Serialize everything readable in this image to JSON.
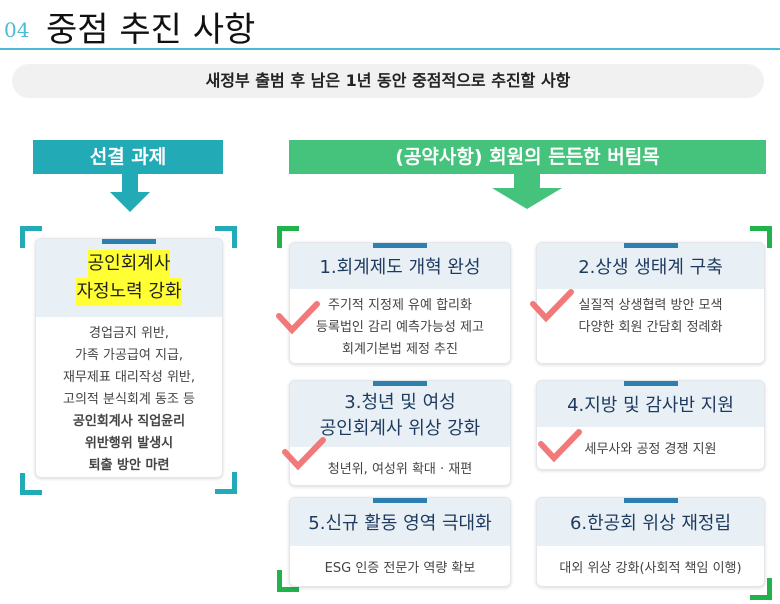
{
  "header": {
    "number": "04",
    "title": "중점 추진 사항"
  },
  "subtitle": "새정부 출범 후 남은 1년 동안 중점적으로 추진할 사항",
  "left": {
    "band": "선결 과제",
    "card": {
      "title_lines": [
        "공인회계사",
        "자정노력 강화"
      ],
      "lines": [
        "경업금지 위반,",
        "가족 가공급여 지급,",
        "재무제표 대리작성 위반,",
        "고의적 분식회계 동조 등"
      ],
      "bold_lines": [
        "공인회계사 직업윤리",
        "위반행위 발생시",
        "퇴출 방안 마련"
      ]
    }
  },
  "right": {
    "band": "(공약사항) 회원의 든든한 버팀목",
    "cards": [
      {
        "title": [
          "1.회계제도 개혁 완성"
        ],
        "lines": [
          "주기적 지정제 유예 합리화",
          "등록법인 감리 예측가능성 제고",
          "회계기본법 제정 추진"
        ],
        "checked": true
      },
      {
        "title": [
          "2.상생 생태계 구축"
        ],
        "lines": [
          "실질적 상생협력 방안 모색",
          "다양한 회원 간담회 정례화"
        ],
        "checked": true
      },
      {
        "title": [
          "3.청년 및 여성",
          "공인회계사 위상 강화"
        ],
        "lines": [
          "청년위, 여성위 확대 · 재편"
        ],
        "checked": true
      },
      {
        "title": [
          "4.지방 및 감사반 지원"
        ],
        "lines": [
          "세무사와 공정 경쟁 지원"
        ],
        "checked": true
      },
      {
        "title": [
          "5.신규 활동 영역 극대화"
        ],
        "lines": [
          "ESG 인증 전문가 역량 확보"
        ],
        "checked": false
      },
      {
        "title": [
          "6.한공회 위상 재정립"
        ],
        "lines": [
          "대외 위상 강화(사회적 책임 이행)"
        ],
        "checked": false
      }
    ]
  },
  "colors": {
    "accent": "#4bbad8",
    "teal": "#22aab6",
    "green": "#45c27b",
    "check": "#f06a6a",
    "highlight": "#ffff33"
  }
}
